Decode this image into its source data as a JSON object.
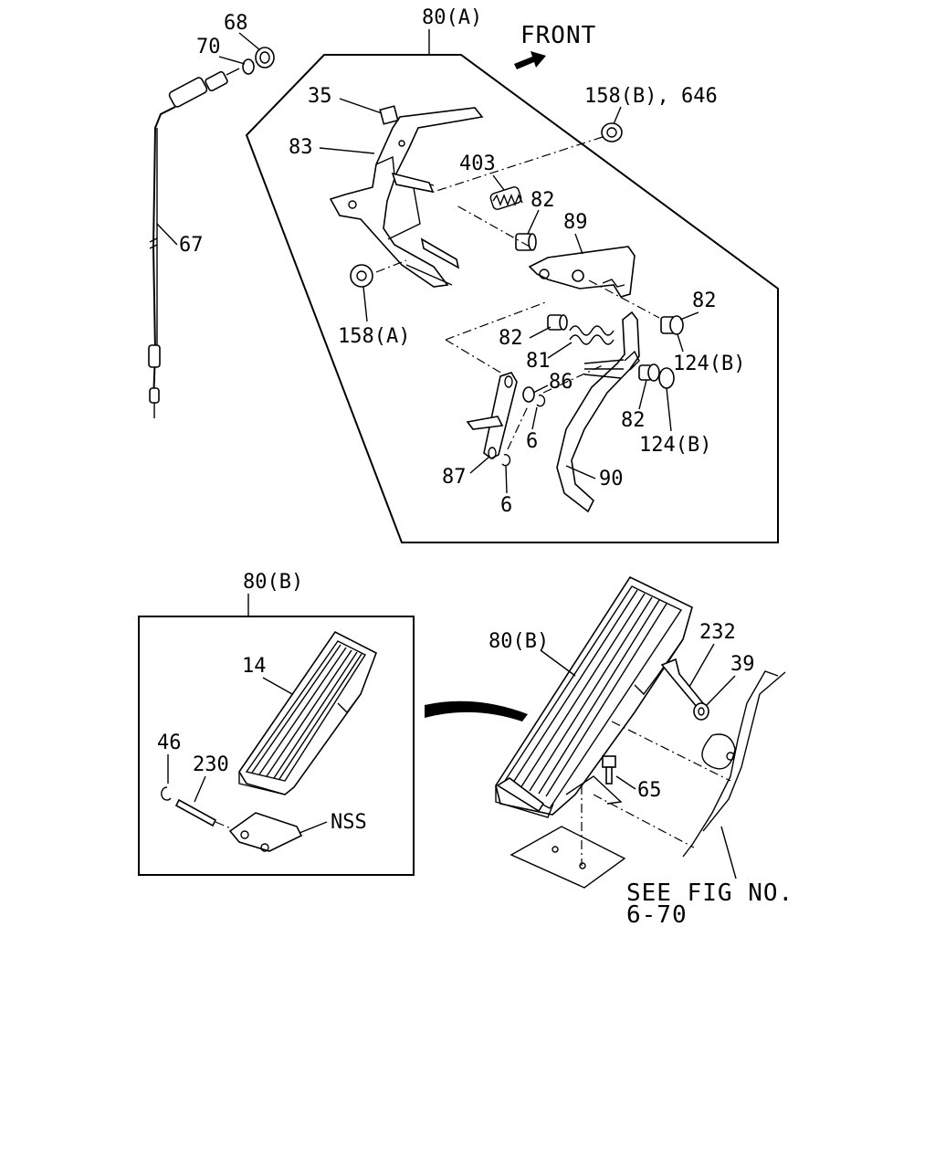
{
  "labels": {
    "front": "FRONT",
    "assy_a": "80(A)",
    "p68": "68",
    "p70": "70",
    "p35": "35",
    "p83": "83",
    "p67": "67",
    "p158b_646": "158(B), 646",
    "p403": "403",
    "p82_a": "82",
    "p89": "89",
    "p158a": "158(A)",
    "p82_b": "82",
    "p82_c": "82",
    "p81": "81",
    "p86": "86",
    "p124b_a": "124(B)",
    "p82_d": "82",
    "p124b_b": "124(B)",
    "p6_a": "6",
    "p87": "87",
    "p90": "90",
    "p6_b": "6",
    "assy_b_box": "80(B)",
    "p14": "14",
    "p46": "46",
    "p230": "230",
    "nss": "NSS",
    "assy_b": "80(B)",
    "p232": "232",
    "p39": "39",
    "p65": "65",
    "see_fig_1": "SEE FIG NO.",
    "see_fig_2": "6-70"
  }
}
